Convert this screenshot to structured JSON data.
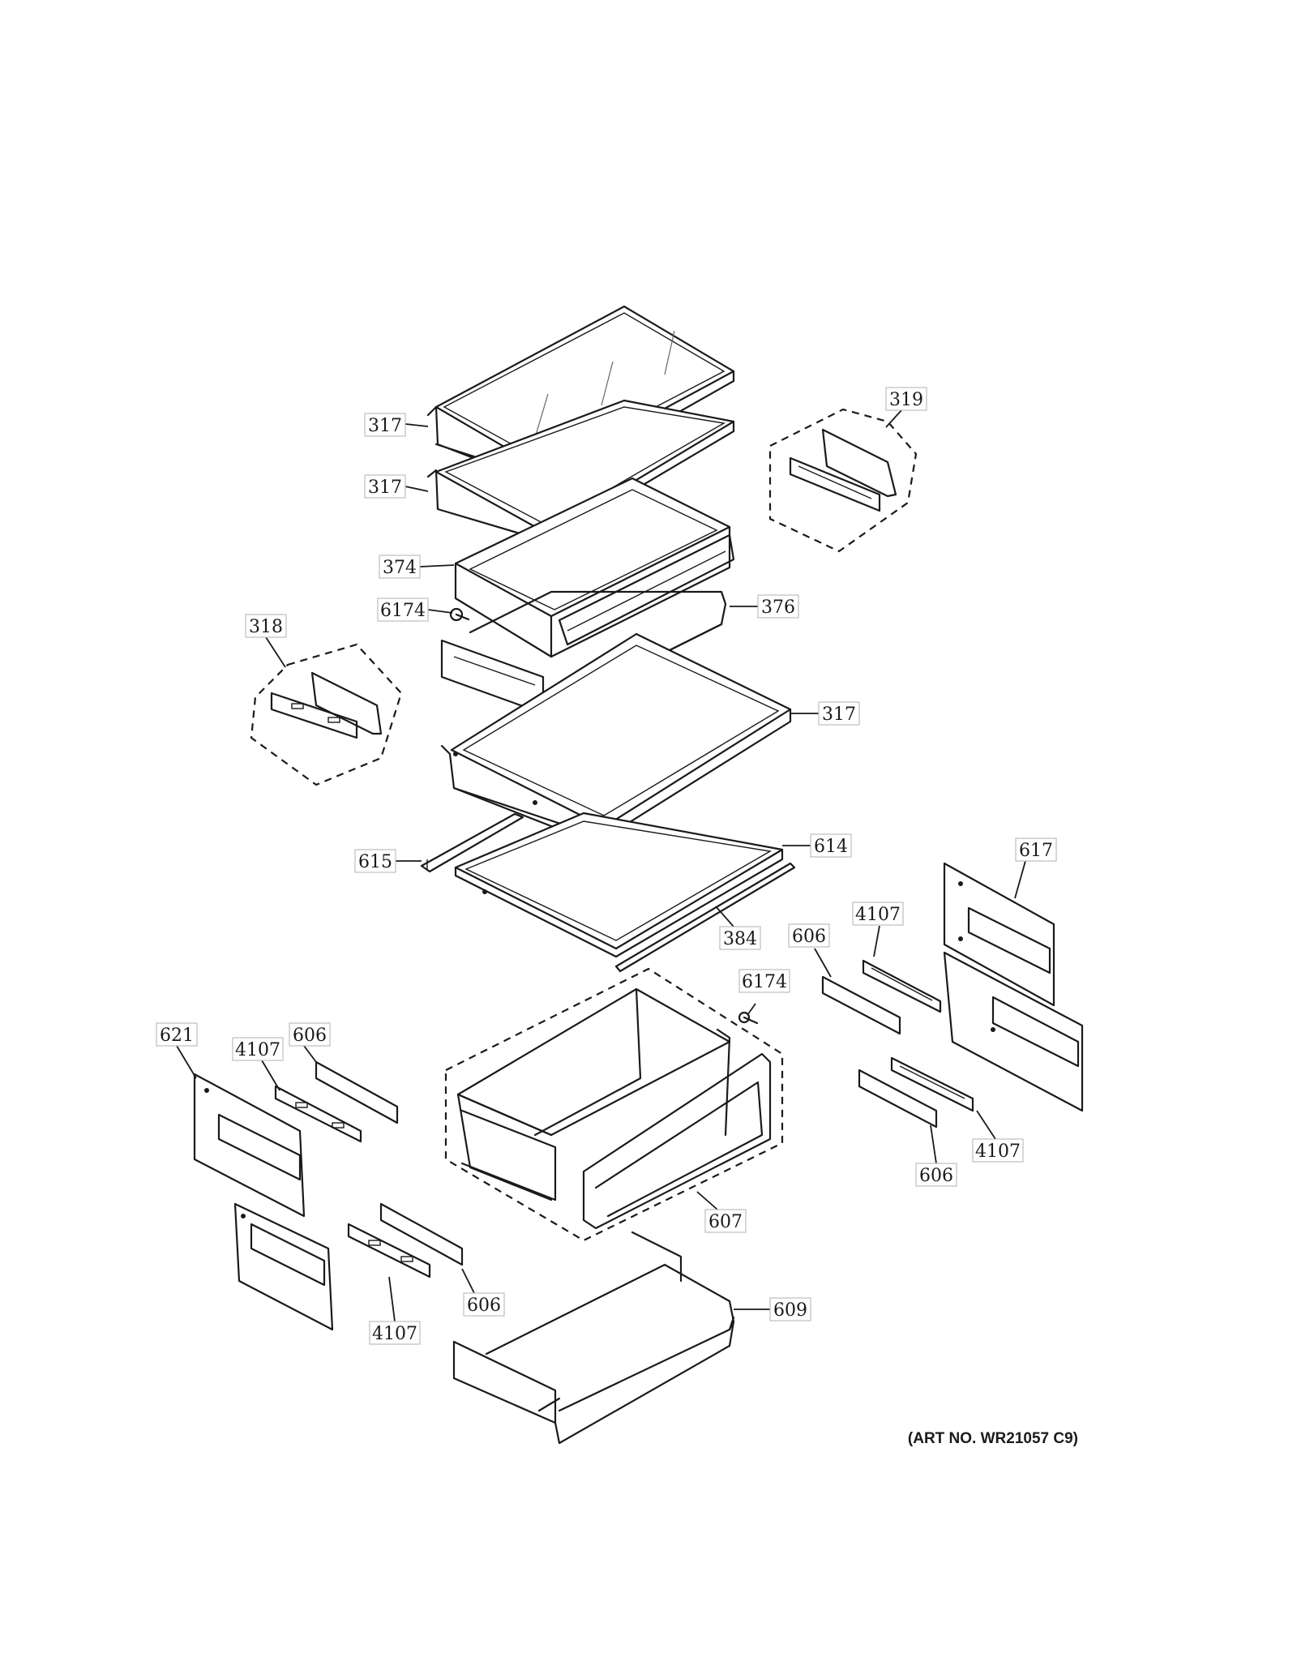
{
  "art_number": "(ART NO. WR21057 C9)",
  "callouts": {
    "c317a": "317",
    "c317b": "317",
    "c317c": "317",
    "c319": "319",
    "c374": "374",
    "c376": "376",
    "c6174a": "6174",
    "c6174b": "6174",
    "c318": "318",
    "c615": "615",
    "c614": "614",
    "c384": "384",
    "c617": "617",
    "c4107a": "4107",
    "c4107b": "4107",
    "c4107c": "4107",
    "c4107d": "4107",
    "c606a": "606",
    "c606b": "606",
    "c606c": "606",
    "c606d": "606",
    "c621": "621",
    "c607": "607",
    "c609": "609"
  }
}
